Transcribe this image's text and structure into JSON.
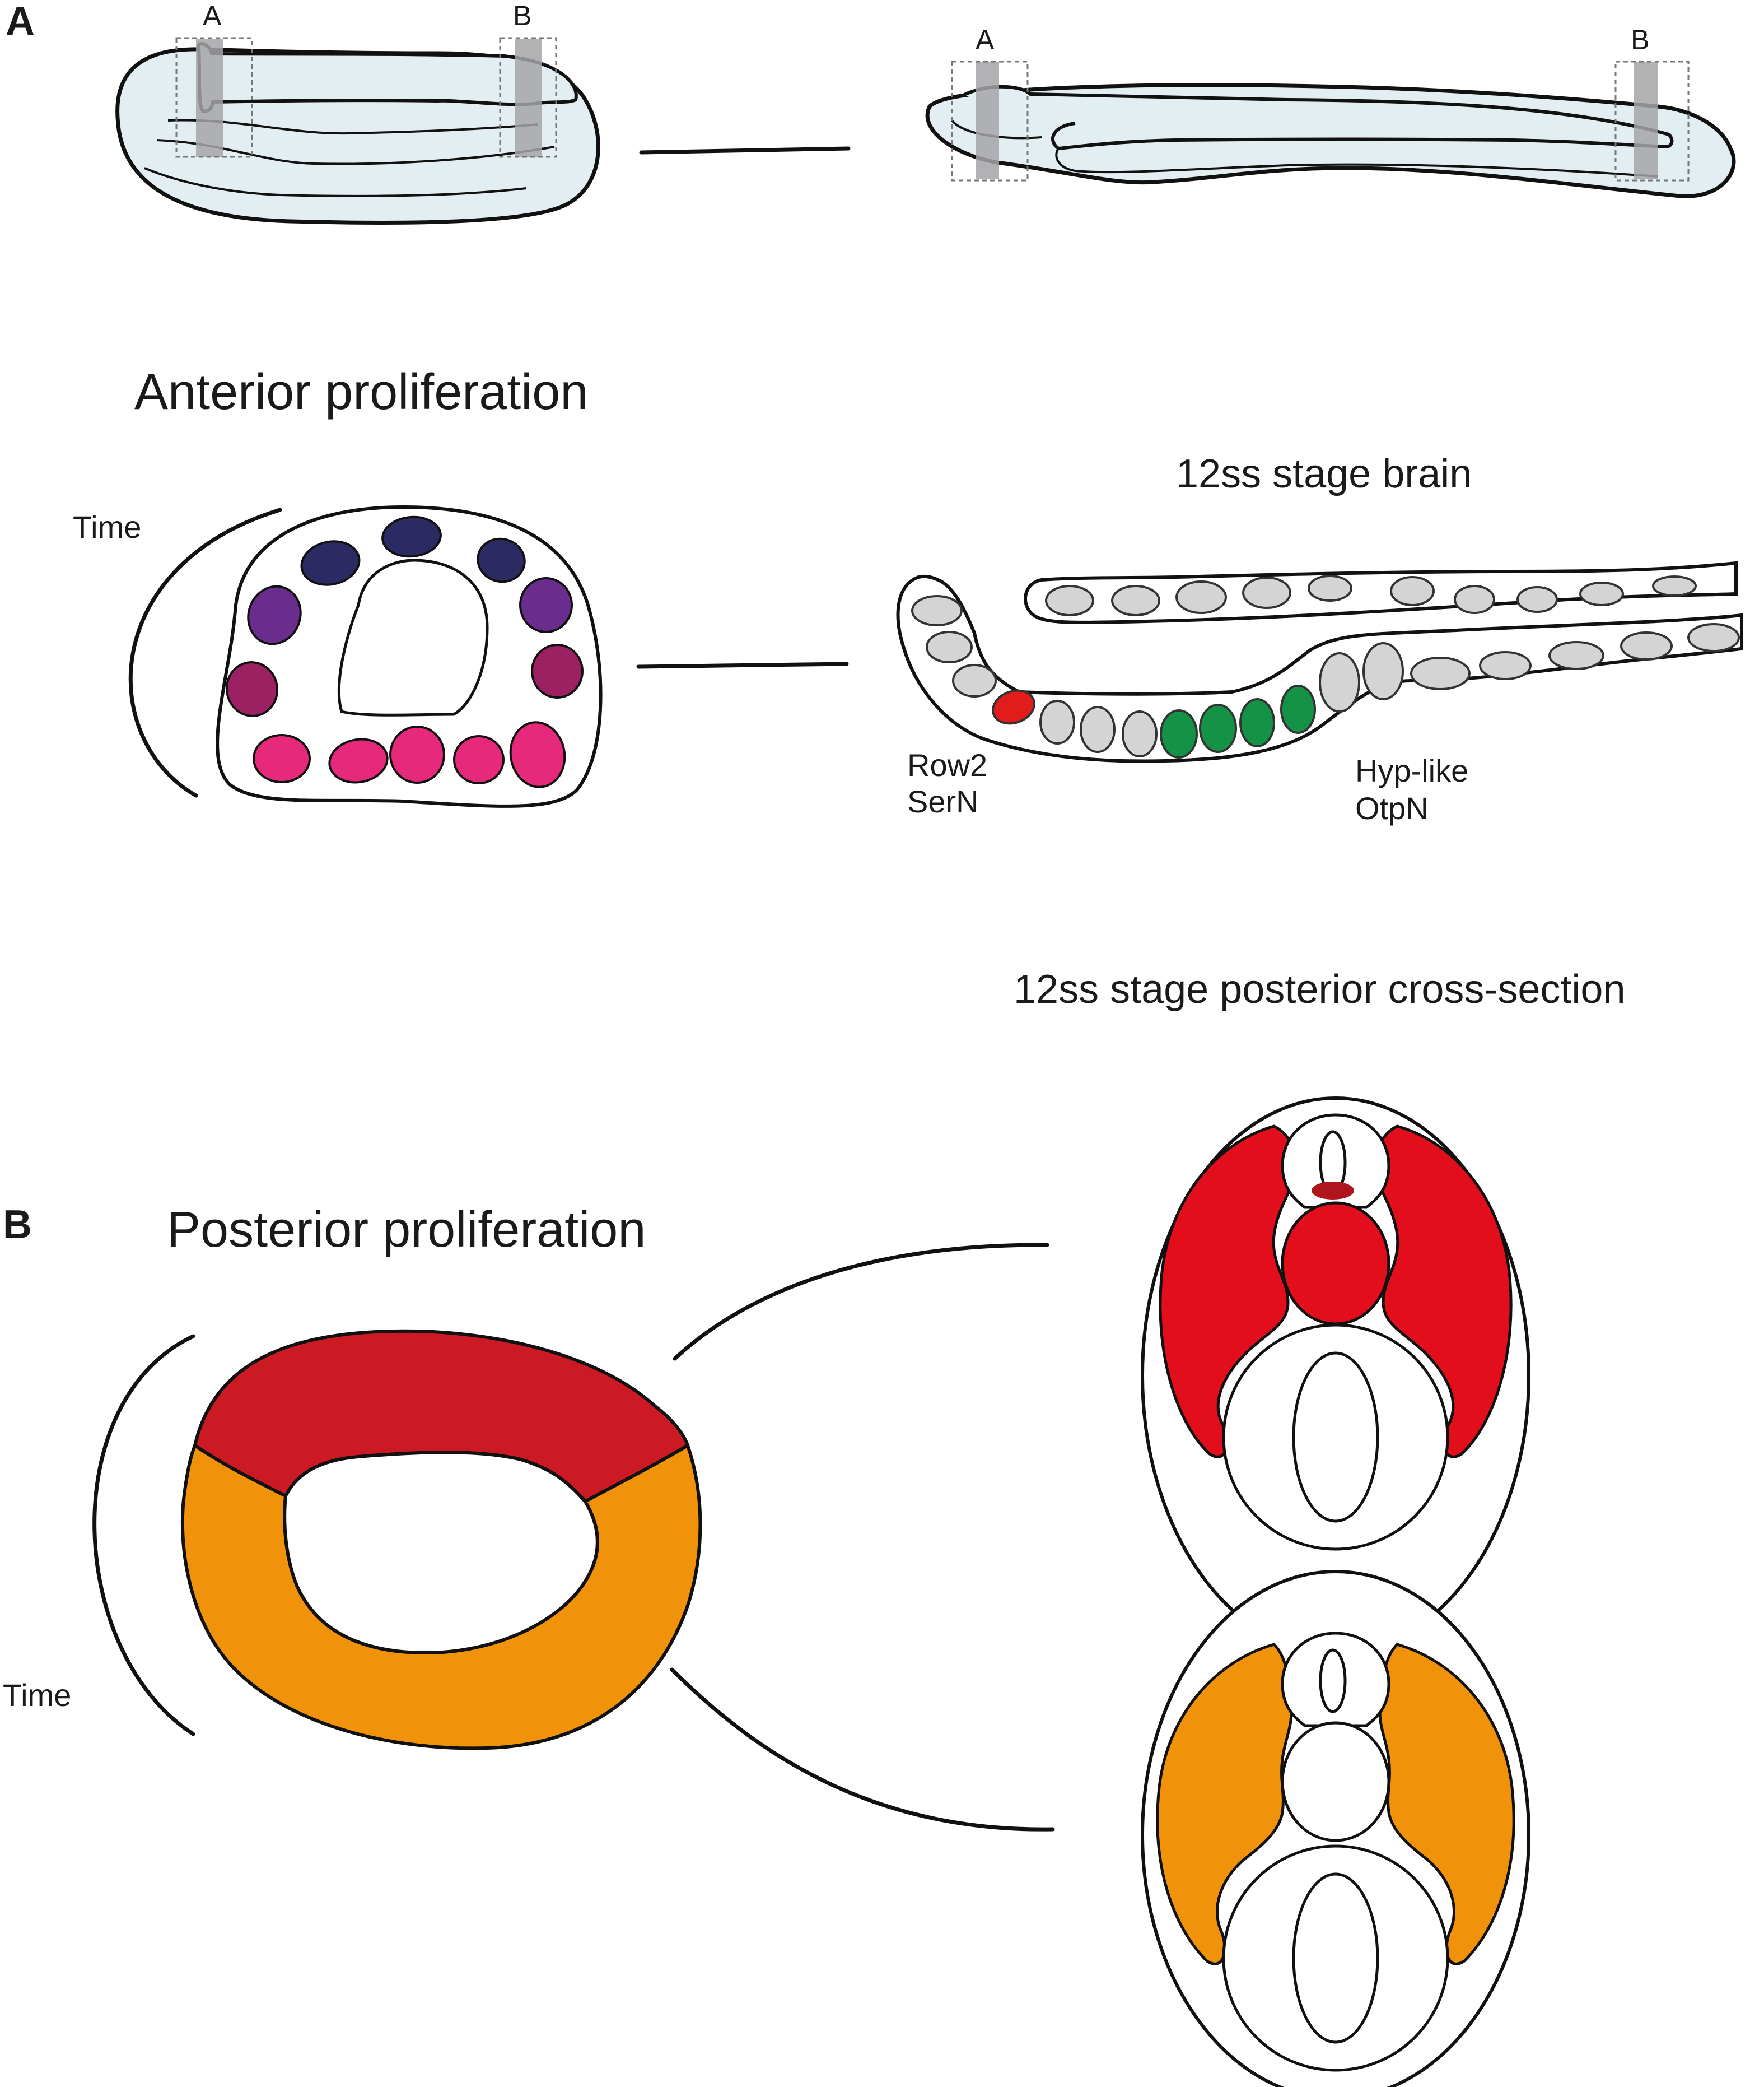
{
  "panels": {
    "a": {
      "letter": "A"
    },
    "b": {
      "letter": "B"
    }
  },
  "embryo_markers": {
    "left": {
      "a": "A",
      "b": "B"
    },
    "right": {
      "a": "A",
      "b": "B"
    }
  },
  "anterior": {
    "title": "Anterior proliferation",
    "time_label": "Time",
    "brain_title": "12ss stage brain",
    "label_row2": "Row2",
    "label_sern": "SerN",
    "label_hyp": "Hyp-like",
    "label_otpn": "OtpN"
  },
  "posterior": {
    "title": "Posterior proliferation",
    "time_label": "Time",
    "section_title": "12ss stage posterior cross-section"
  },
  "colors": {
    "tube_fill": "#e3eef2",
    "navy": "#2b2a62",
    "purple": "#6a2d8d",
    "plum": "#9c2163",
    "pink": "#e6297a",
    "ser_red": "#e21b1b",
    "otp_green": "#149347",
    "cell_grey": "#d4d4d4",
    "posterior_red": "#cb1a24",
    "posterior_orange": "#f0920a",
    "section_red": "#e20e1b",
    "marker_red": "#b0141c"
  }
}
